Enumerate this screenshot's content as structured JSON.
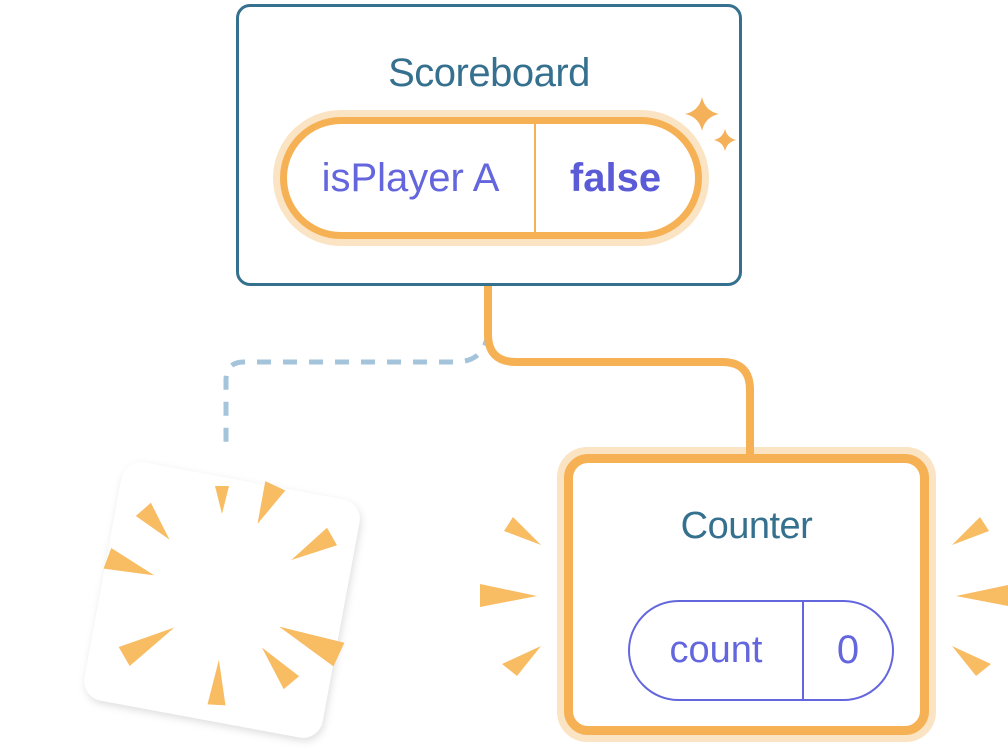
{
  "diagram": {
    "description": "Component tree state diagram",
    "components": {
      "scoreboard": {
        "title": "Scoreboard",
        "state": {
          "name": "isPlayer A",
          "value": "false"
        },
        "highlighted": true
      },
      "counter": {
        "title": "Counter",
        "state": {
          "name": "count",
          "value": "0"
        },
        "highlighted": true
      },
      "destroyed": {
        "title": "",
        "note": "exploding card with orange burst rays, tilted ~10deg"
      }
    },
    "connectors": {
      "solid": {
        "style": "solid",
        "color": "#F6B155",
        "from": "scoreboard",
        "to": "counter"
      },
      "dashed": {
        "style": "dashed",
        "color": "#A3C4DA",
        "from": "scoreboard",
        "to": "destroyed"
      }
    },
    "icons": {
      "sparkles": "sparkles-icon",
      "burst": "burst-icon",
      "emphasis_wedges": "emphasis-rays-icon"
    },
    "colors": {
      "background": "#FFFFFF",
      "card_border_blue": "#35708E",
      "title_text": "#35708E",
      "highlight_orange": "#F6B155",
      "highlight_glow": "#FBE4C4",
      "state_text_purple": "#6466DE",
      "state_value_purple": "#5B5BD8",
      "dashed_connector_blue": "#A3C4DA",
      "burst_orange": "#F8BC63",
      "sparkle_orange": "#F4B159"
    }
  }
}
